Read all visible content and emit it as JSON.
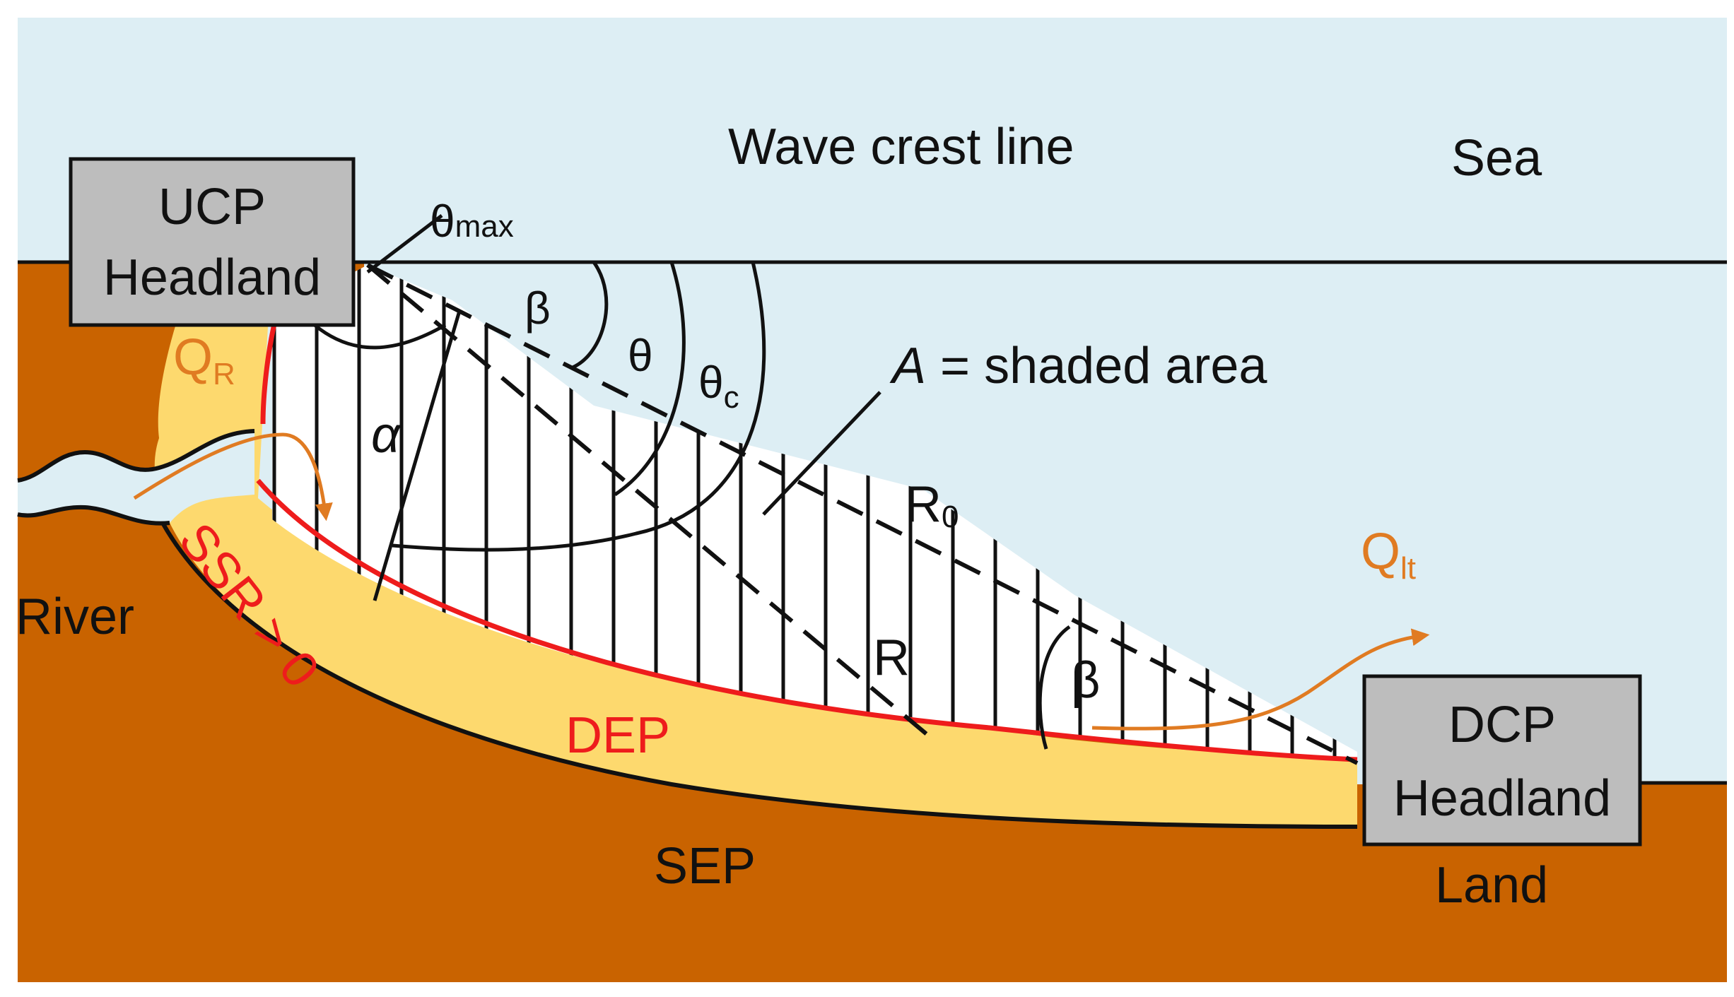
{
  "labels": {
    "wave_crest_line": "Wave crest line",
    "sea": "Sea",
    "land": "Land",
    "river": "River",
    "ucp_line1": "UCP",
    "ucp_line2": "Headland",
    "dcp_line1": "DCP",
    "dcp_line2": "Headland",
    "theta_max_main": "θ",
    "theta_max_sub": "max",
    "beta_top": "β",
    "theta": "θ",
    "theta_c_main": "θ",
    "theta_c_sub": "c",
    "area_italic": "A",
    "area_rest": " = shaded area",
    "alpha": "α",
    "r0_main": "R",
    "r0_sub": "0",
    "r": "R",
    "beta_bottom": "β",
    "qr_main": "Q",
    "qr_sub": "R",
    "qlt_main": "Q",
    "qlt_sub": "lt",
    "ssr": "SSR > 0",
    "dep": "DEP",
    "sep": "SEP"
  },
  "colors": {
    "sea": "#DDEEF4",
    "land": "#C96300",
    "sand": "#FDD96E",
    "headland": "#BDBDBD",
    "dep_line": "#EE1C1C",
    "transport": "#E07B22",
    "ink": "#111111"
  }
}
